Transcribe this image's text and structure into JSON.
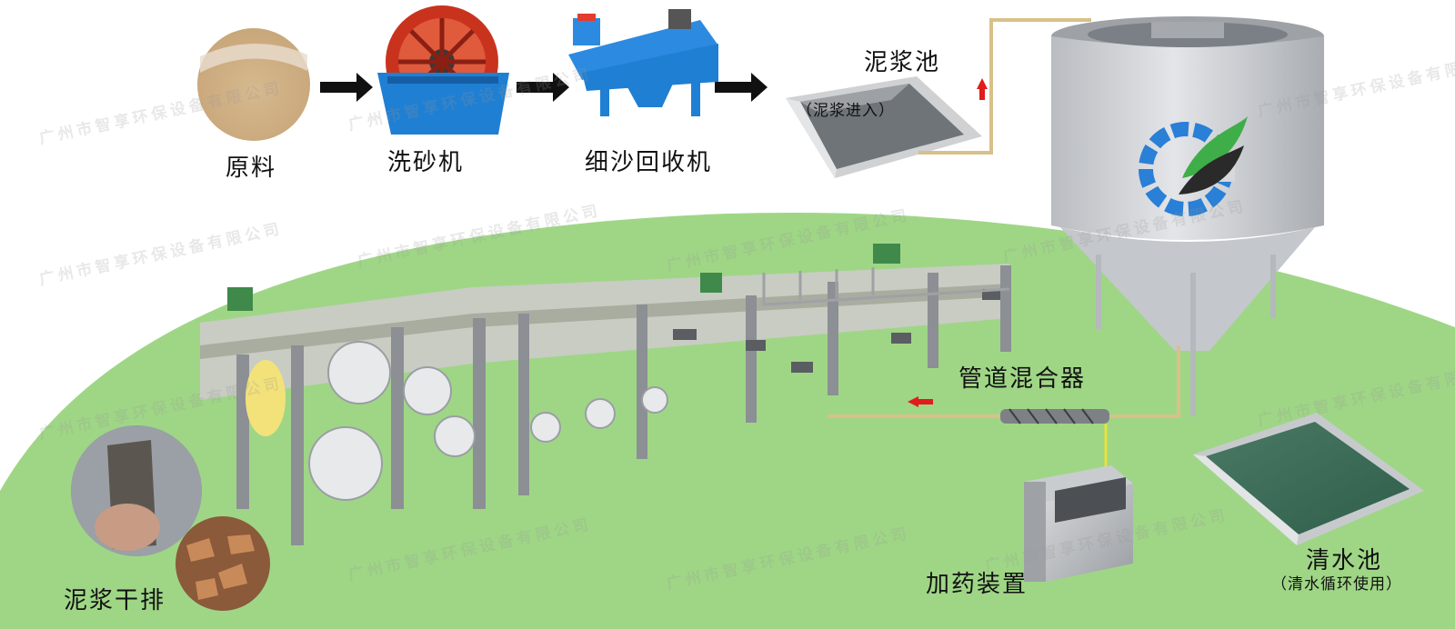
{
  "stages": {
    "raw_material": "原料",
    "sand_washer": "洗砂机",
    "fine_sand_recovery": "细沙回收机",
    "slurry_pool": "泥浆池",
    "slurry_inlet": "（泥浆进入）",
    "pipe_mixer": "管道混合器",
    "dosing_device": "加药装置",
    "clear_water_pool": "清水池",
    "clear_water_note": "（清水循环使用）",
    "dry_discharge": "泥浆干排"
  },
  "watermark": "广州市智享环保设备有限公司",
  "colors": {
    "ground": "#9fd686",
    "pipe": "#d9c08a",
    "flow_arrow": "#e21b1b",
    "machine_blue": "#1f7fd3",
    "washer_red": "#c9331e",
    "logo_blue": "#2a7fd6",
    "logo_green": "#3fae49"
  }
}
